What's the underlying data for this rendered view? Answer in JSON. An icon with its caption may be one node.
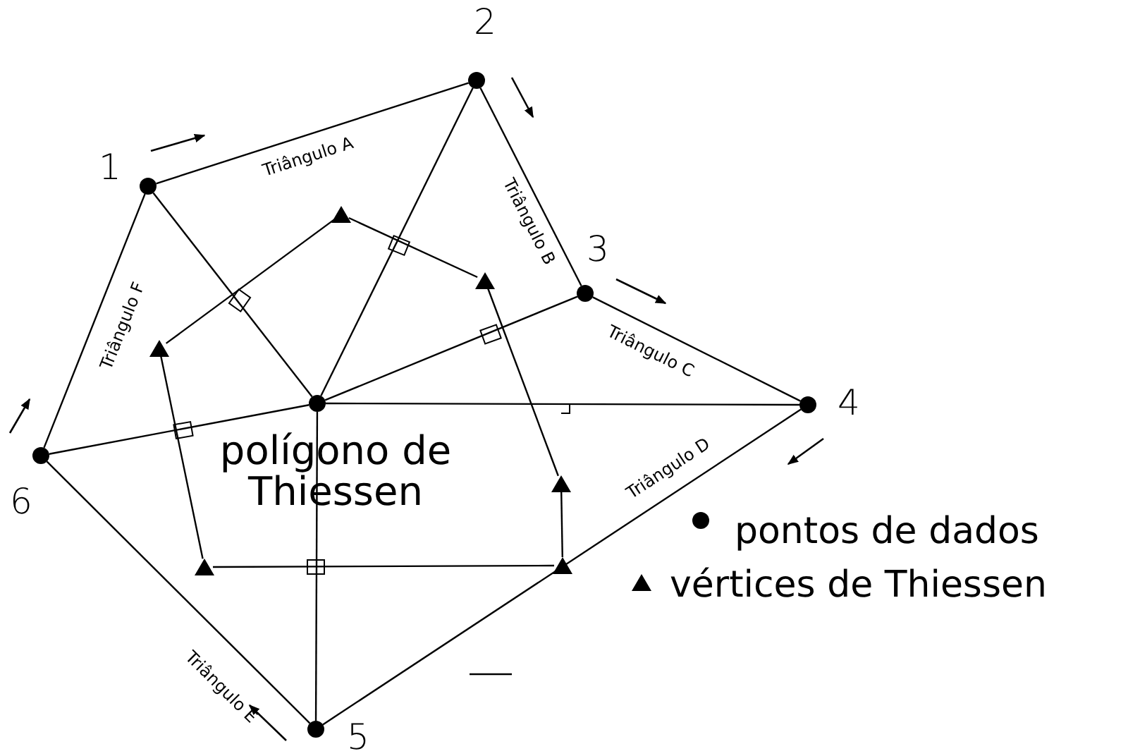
{
  "diagram": {
    "nodes": [
      {
        "text": [],
        "shape": "circle",
        "beside": [
          "1"
        ]
      },
      {
        "text": [],
        "shape": "circle",
        "beside": [
          "2"
        ]
      },
      {
        "text": [],
        "shape": "circle",
        "beside": [
          "3"
        ]
      },
      {
        "text": [],
        "shape": "circle",
        "beside": [
          "4"
        ]
      },
      {
        "text": [],
        "shape": "circle",
        "beside": [
          "5"
        ]
      },
      {
        "text": [],
        "shape": "circle",
        "beside": [
          "6"
        ]
      },
      {
        "text": [],
        "shape": "circle"
      },
      {
        "text": [],
        "shape": "triangle"
      },
      {
        "text": [],
        "shape": "triangle"
      },
      {
        "text": [],
        "shape": "triangle"
      },
      {
        "text": [],
        "shape": "triangle"
      },
      {
        "text": [],
        "shape": "triangle"
      },
      {
        "text": [],
        "shape": "triangle"
      }
    ],
    "edges": [
      {
        "from": 0,
        "to": 1,
        "arrow": "none",
        "label": "Triângulo A"
      },
      {
        "from": 1,
        "to": 2,
        "arrow": "none",
        "label": "Triângulo B"
      },
      {
        "from": 2,
        "to": 3,
        "arrow": "none",
        "label": "Triângulo C"
      },
      {
        "from": 3,
        "to": 4,
        "arrow": "none",
        "label": "Triângulo D"
      },
      {
        "from": 4,
        "to": 5,
        "arrow": "none",
        "label": "Triângulo E"
      },
      {
        "from": 5,
        "to": 0,
        "arrow": "none",
        "label": "Triângulo F"
      },
      {
        "from": 6,
        "to": 0,
        "arrow": "none"
      },
      {
        "from": 6,
        "to": 1,
        "arrow": "none"
      },
      {
        "from": 6,
        "to": 2,
        "arrow": "none"
      },
      {
        "from": 6,
        "to": 3,
        "arrow": "none"
      },
      {
        "from": 6,
        "to": 4,
        "arrow": "none"
      },
      {
        "from": 6,
        "to": 5,
        "arrow": "none"
      },
      {
        "from": 7,
        "to": 8,
        "arrow": "none"
      },
      {
        "from": 8,
        "to": 9,
        "arrow": "none"
      },
      {
        "from": 9,
        "to": 10,
        "arrow": "none"
      },
      {
        "from": 10,
        "to": 11,
        "arrow": "none"
      },
      {
        "from": 11,
        "to": 12,
        "arrow": "none"
      },
      {
        "from": 12,
        "to": 7,
        "arrow": "none"
      }
    ],
    "labels": [
      "polígono de Thiessen"
    ],
    "legend": [
      {
        "text": "pontos de dados"
      },
      {
        "text": "vértices de Thiessen"
      }
    ]
  }
}
